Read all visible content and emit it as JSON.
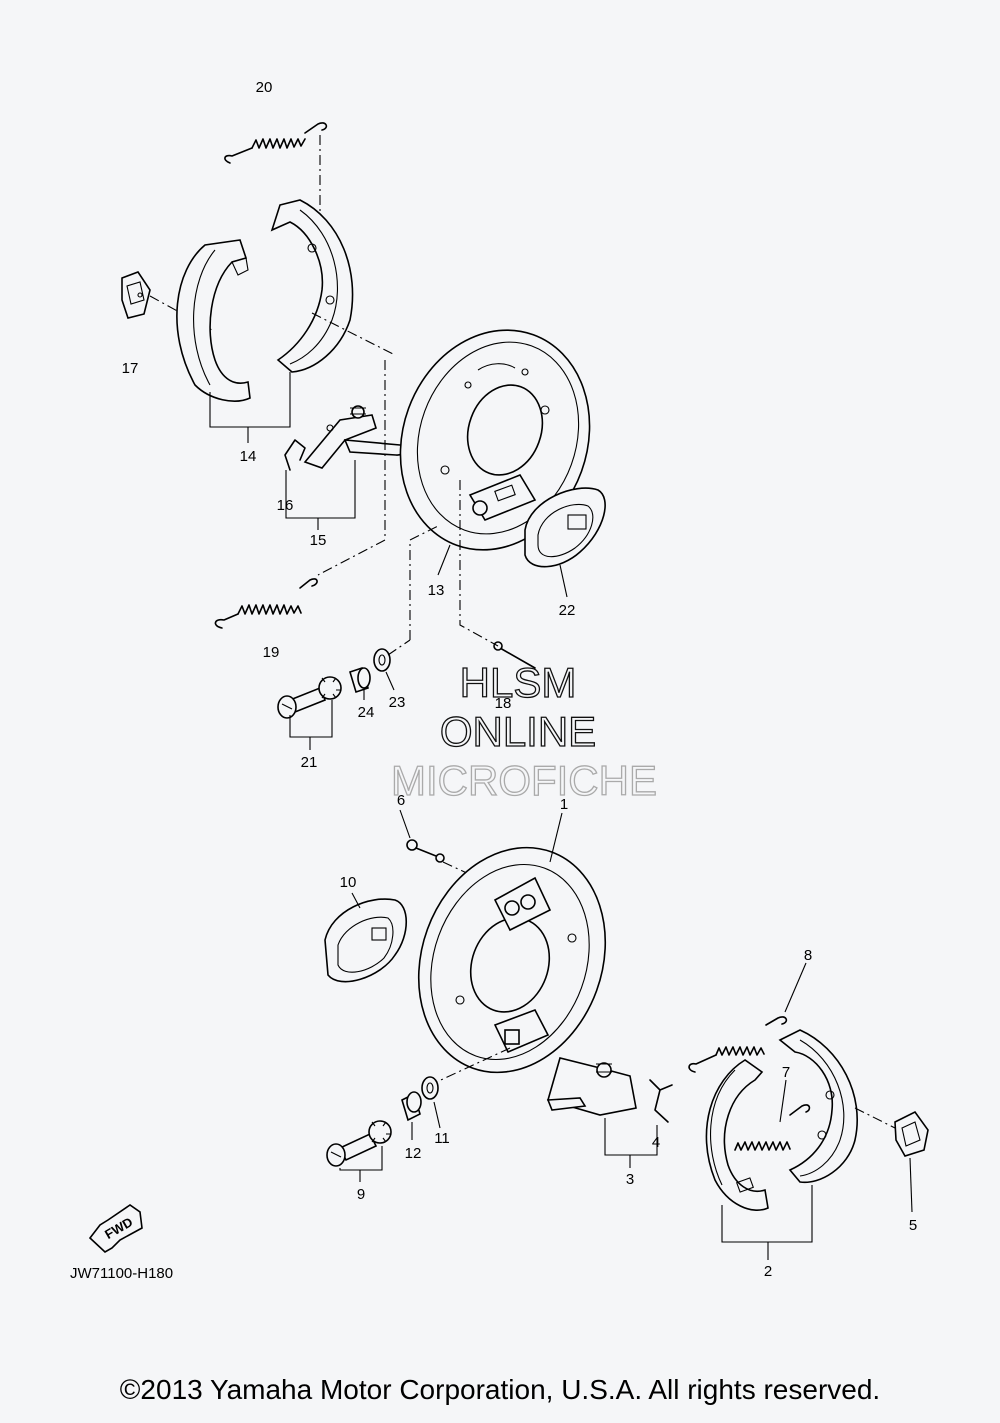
{
  "diagram": {
    "code": "JW71100-H180",
    "fwd_label": "FWD",
    "parts": {
      "p1": "1",
      "p2": "2",
      "p3": "3",
      "p4": "4",
      "p5": "5",
      "p6": "6",
      "p7": "7",
      "p8": "8",
      "p9": "9",
      "p10": "10",
      "p11": "11",
      "p12": "12",
      "p13": "13",
      "p14": "14",
      "p15": "15",
      "p16": "16",
      "p17": "17",
      "p18": "18",
      "p19": "19",
      "p20": "20",
      "p21": "21",
      "p22": "22",
      "p23": "23",
      "p24": "24"
    }
  },
  "watermark": {
    "line1": "HLSM",
    "line2": "ONLINE",
    "line3": "MICROFICHE"
  },
  "footer": {
    "copyright": "©2013 Yamaha Motor Corporation, U.S.A. All rights reserved."
  },
  "colors": {
    "background": "#f5f6f8",
    "ink": "#000000",
    "watermark_light": "#aaaaaa"
  }
}
